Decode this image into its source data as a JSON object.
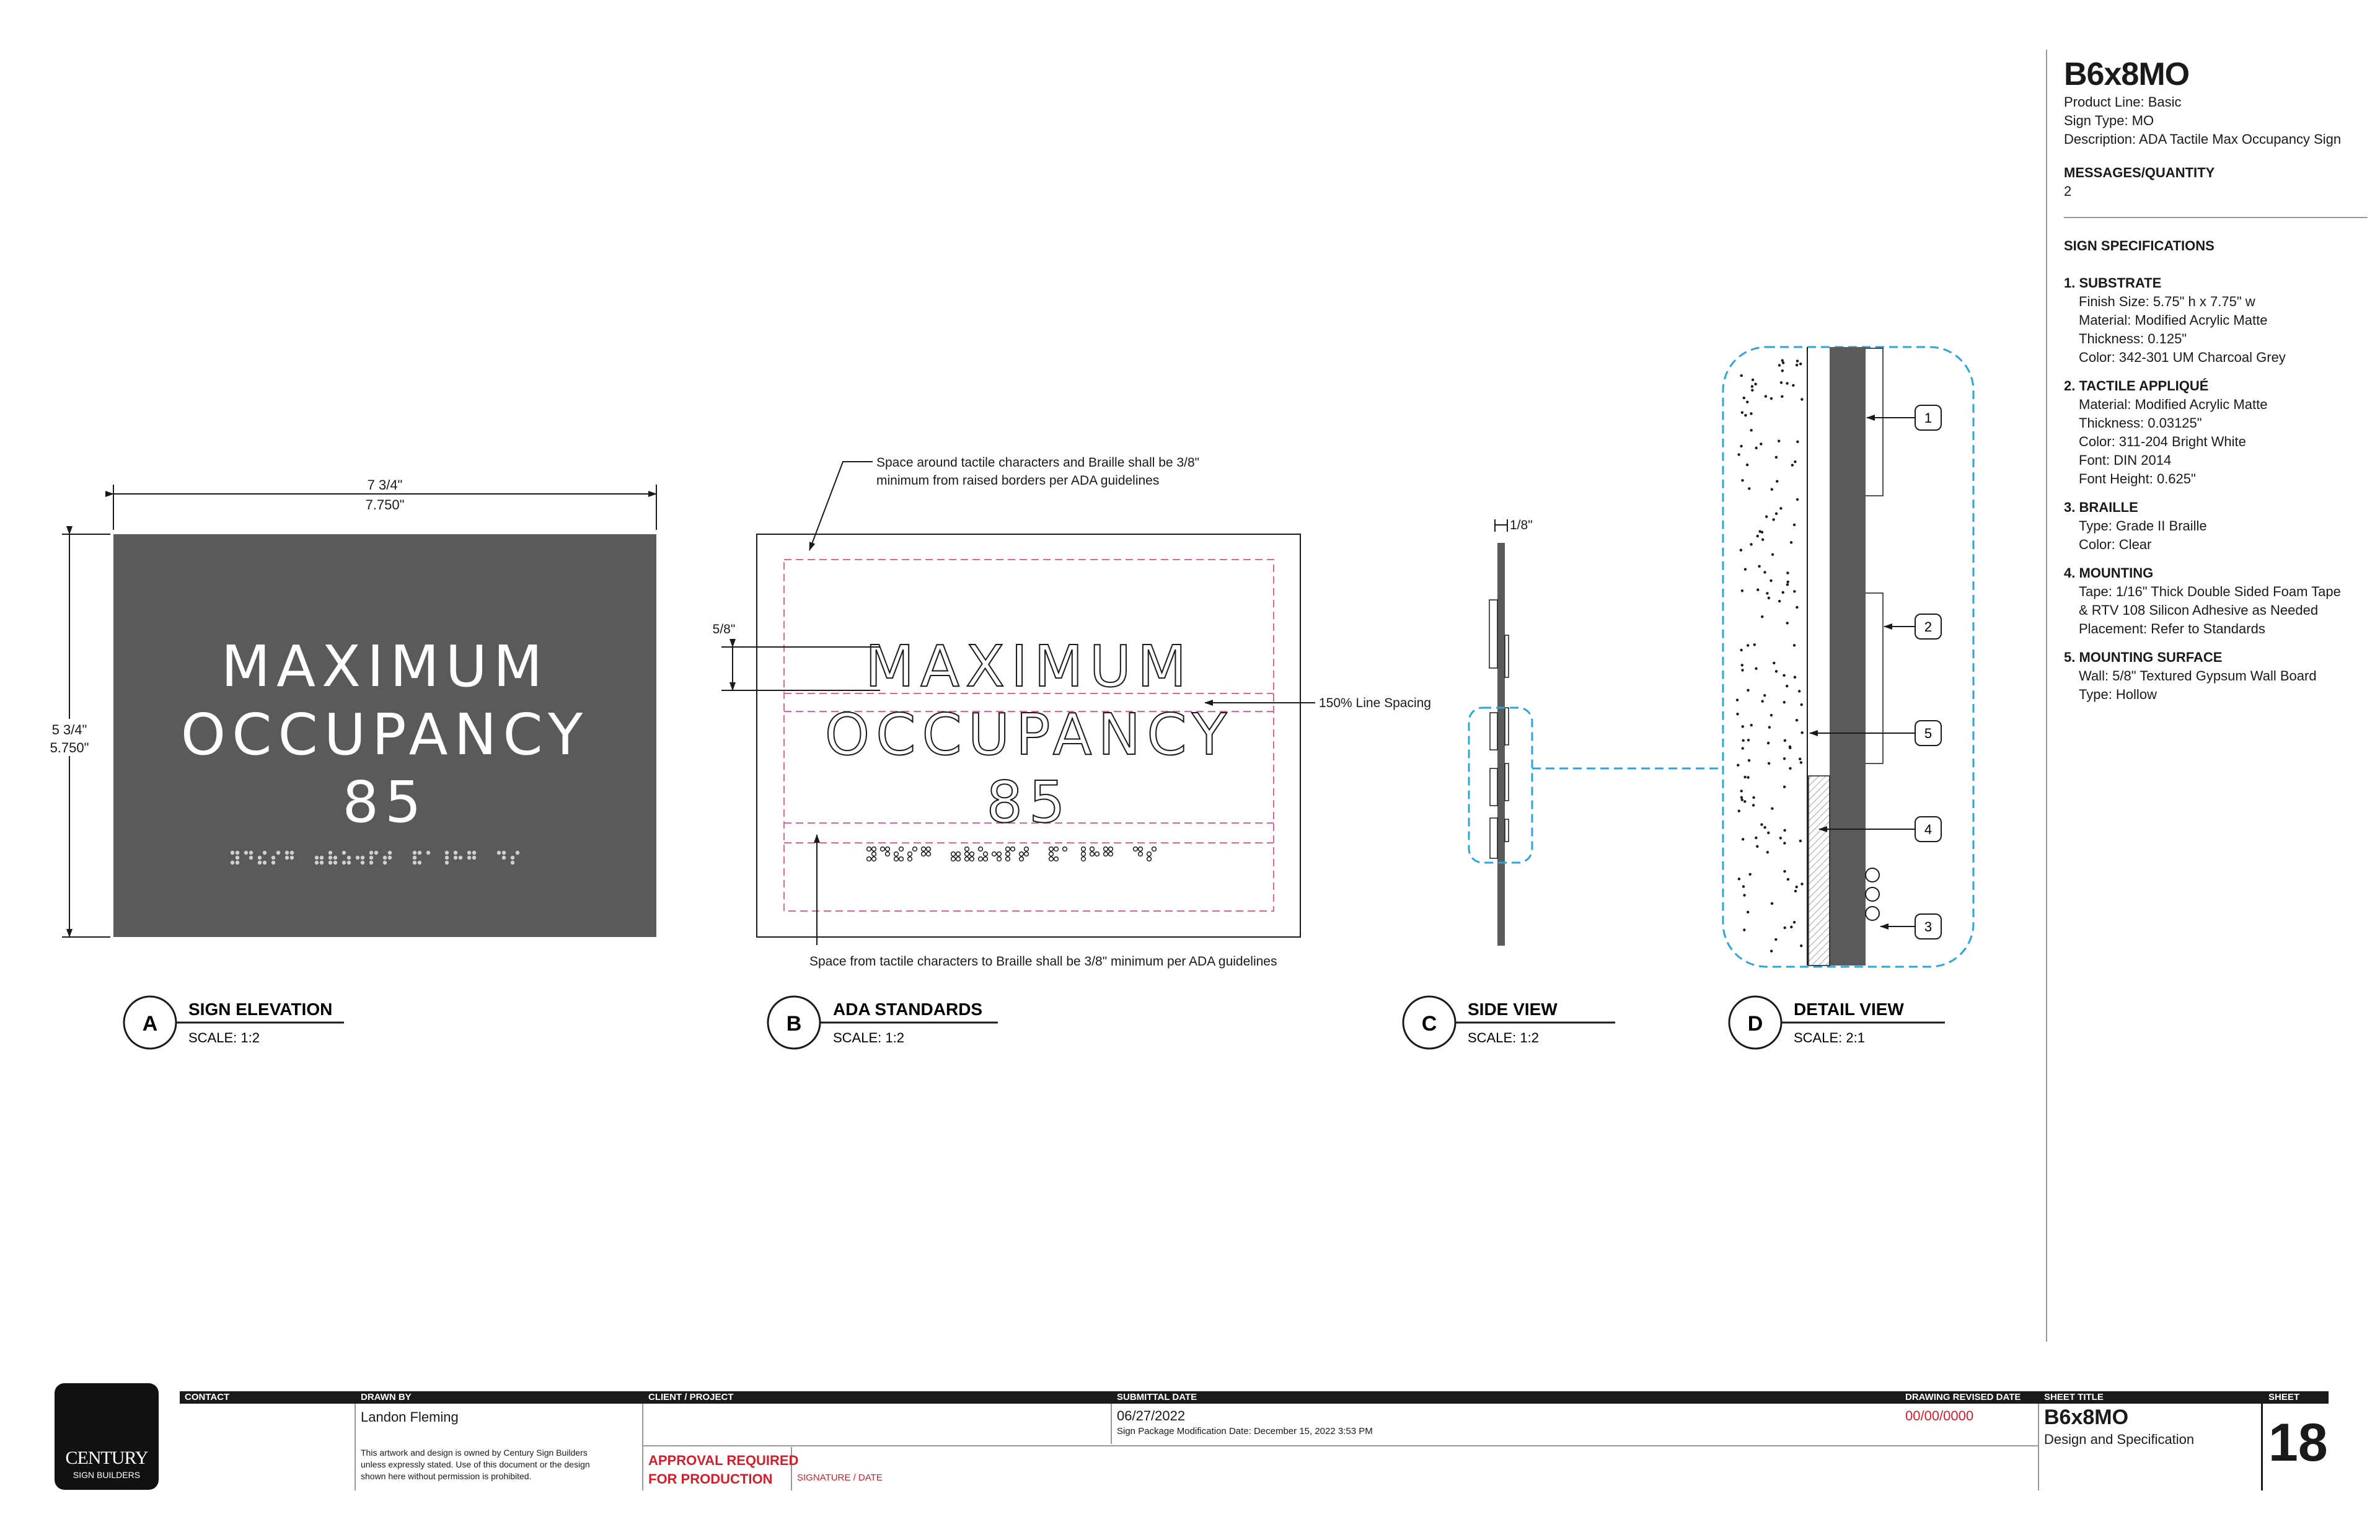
{
  "sign": {
    "line1": "MAXIMUM",
    "line2": "OCCUPANCY",
    "line3": "85",
    "width_dim": "7 3/4\"",
    "width_dec": "7.750\"",
    "height_dim": "5 3/4\"",
    "height_dec": "5.750\""
  },
  "ada": {
    "note_top": "Space around tactile characters and Braille shall be 3/8\"",
    "note_top2": "minimum from raised borders per ADA guidelines",
    "dim_58": "5/8\"",
    "line_spacing": "150% Line Spacing",
    "note_bottom": "Space from tactile characters to Braille shall be 3/8\" minimum per ADA guidelines"
  },
  "side": {
    "thickness": "1/8\""
  },
  "detail": {
    "callouts": [
      "1",
      "2",
      "5",
      "4",
      "3"
    ]
  },
  "views": [
    {
      "letter": "A",
      "title": "SIGN ELEVATION",
      "scale": "SCALE: 1:2"
    },
    {
      "letter": "B",
      "title": "ADA STANDARDS",
      "scale": "SCALE: 1:2"
    },
    {
      "letter": "C",
      "title": "SIDE VIEW",
      "scale": "SCALE: 1:2"
    },
    {
      "letter": "D",
      "title": "DETAIL VIEW",
      "scale": "SCALE: 2:1"
    }
  ],
  "spec": {
    "title": "B6x8MO",
    "product_line": "Product Line: Basic",
    "sign_type": "Sign Type: MO",
    "description": "Description: ADA Tactile Max Occupancy Sign",
    "messages_label": "MESSAGES/QUANTITY",
    "messages_value": "2",
    "specs_label": "SIGN SPECIFICATIONS",
    "sections": [
      {
        "title": "1. SUBSTRATE",
        "lines": [
          "Finish Size: 5.75\" h x 7.75\" w",
          "Material: Modified Acrylic Matte",
          "Thickness: 0.125\"",
          "Color: 342-301 UM Charcoal Grey"
        ]
      },
      {
        "title": "2. TACTILE APPLIQUÉ",
        "lines": [
          "Material: Modified Acrylic Matte",
          "Thickness: 0.03125\"",
          "Color: 311-204 Bright White",
          "Font: DIN 2014",
          "Font Height: 0.625\""
        ]
      },
      {
        "title": "3. BRAILLE",
        "lines": [
          "Type: Grade II Braille",
          "Color: Clear"
        ]
      },
      {
        "title": "4. MOUNTING",
        "lines": [
          "Tape: 1/16\" Thick Double Sided Foam Tape",
          "& RTV 108 Silicon Adhesive as Needed",
          "Placement: Refer to Standards"
        ]
      },
      {
        "title": "5. MOUNTING SURFACE",
        "lines": [
          "Wall: 5/8\" Textured Gypsum Wall Board",
          "Type: Hollow"
        ]
      }
    ]
  },
  "titleblock": {
    "logo_main": "CENTURY",
    "logo_sub": "SIGN BUILDERS",
    "contact_label": "CONTACT",
    "drawn_by_label": "DRAWN BY",
    "drawn_by": "Landon Fleming",
    "disclaimer": [
      "This artwork and design is owned by Century Sign Builders",
      "unless expressly stated. Use of this document or the design",
      "shown here without permission is prohibited."
    ],
    "client_label": "CLIENT / PROJECT",
    "approval1": "APPROVAL REQUIRED",
    "approval2": "FOR PRODUCTION",
    "signature": "SIGNATURE / DATE",
    "submittal_label": "SUBMITTAL DATE",
    "submittal_date": "06/27/2022",
    "modification": "Sign Package Modification Date: December 15, 2022 3:53 PM",
    "revised_label": "DRAWING REVISED DATE",
    "revised_date": "00/00/0000",
    "sheet_title_label": "SHEET TITLE",
    "sheet_title": "B6x8MO",
    "sheet_subtitle": "Design and Specification",
    "sheet_label": "SHEET",
    "sheet_number": "18"
  }
}
